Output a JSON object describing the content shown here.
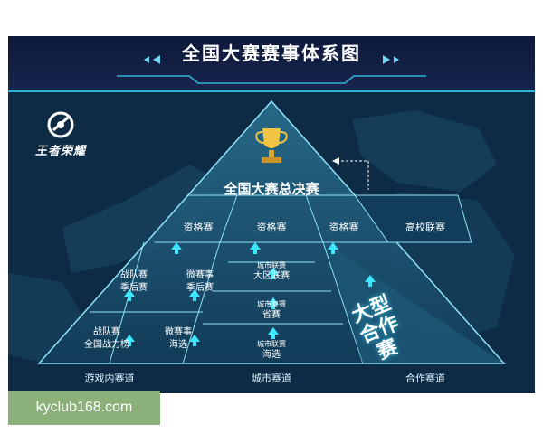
{
  "title": "全国大赛赛事体系图",
  "logo": {
    "brand": "王者荣耀"
  },
  "apex": {
    "label": "全国大赛总决赛",
    "icon": "trophy-icon"
  },
  "qualifiers": [
    "资格赛",
    "资格赛",
    "资格赛"
  ],
  "college": "高校联赛",
  "in_game": {
    "team_playoff": [
      "战队赛",
      "季后赛"
    ],
    "micro_playoff": [
      "微赛事",
      "季后赛"
    ],
    "team_ranking": [
      "战队赛",
      "全国战力榜"
    ],
    "micro_selection": [
      "微赛事",
      "海选"
    ]
  },
  "city": {
    "top": [
      "城市联赛",
      "大区联赛"
    ],
    "middle": [
      "城市复赛",
      "省赛"
    ],
    "bottom": [
      "城市联赛",
      "海选"
    ]
  },
  "partner_vertical": "大型合作赛",
  "tracks": [
    "游戏内赛道",
    "城市赛道",
    "合作赛道"
  ],
  "watermark": "kyclub168.com",
  "colors": {
    "background": "#0d2b45",
    "accent": "#2fb3d6",
    "arrow": "#3ee6ff"
  }
}
